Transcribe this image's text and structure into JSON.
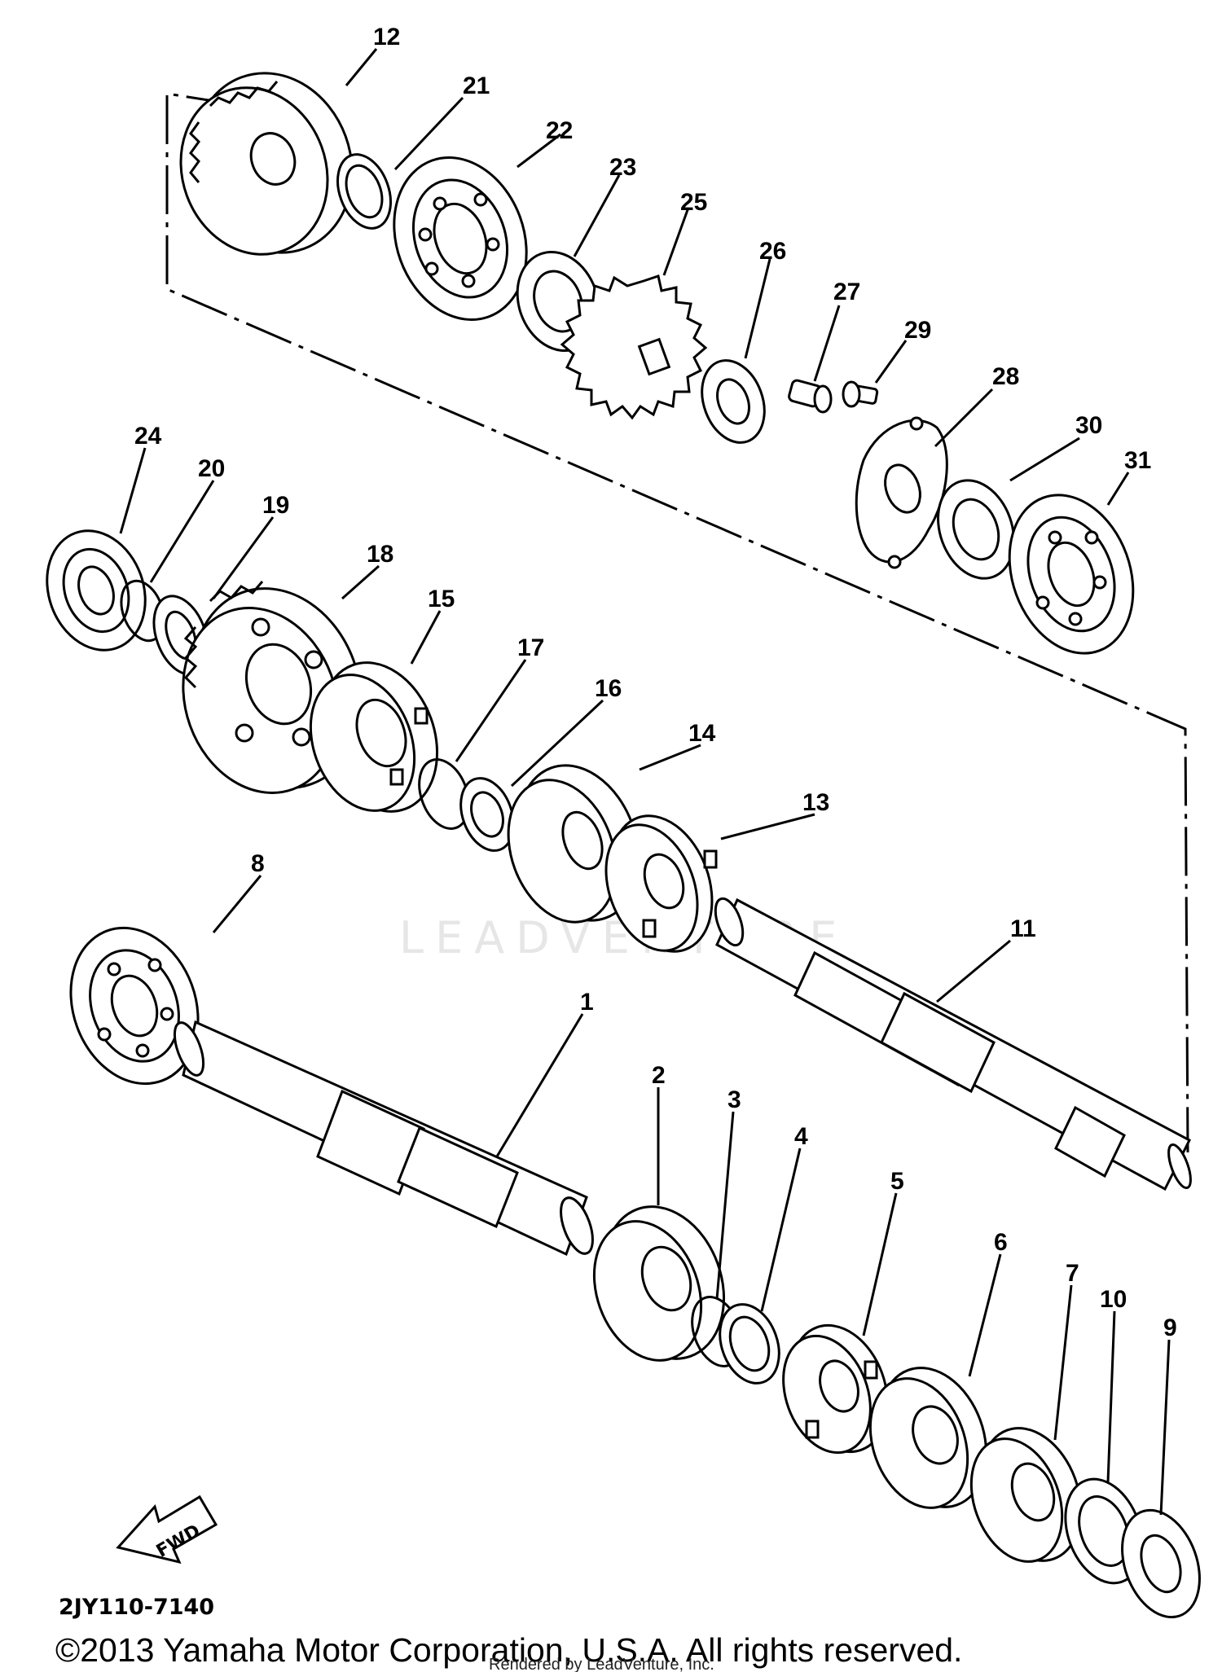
{
  "diagram": {
    "part_code": "2JY110-7140",
    "copyright": "©2013 Yamaha Motor Corporation, U.S.A. All rights reserved.",
    "rendered_by": "Rendered by LeadVenture, Inc.",
    "watermark": "LEADVENTURE",
    "fwd_label": "FWD",
    "callouts": [
      "1",
      "2",
      "3",
      "4",
      "5",
      "6",
      "7",
      "8",
      "9",
      "10",
      "11",
      "12",
      "13",
      "14",
      "15",
      "16",
      "17",
      "18",
      "19",
      "20",
      "21",
      "22",
      "23",
      "24",
      "25",
      "26",
      "27",
      "28",
      "29",
      "30",
      "31"
    ]
  }
}
